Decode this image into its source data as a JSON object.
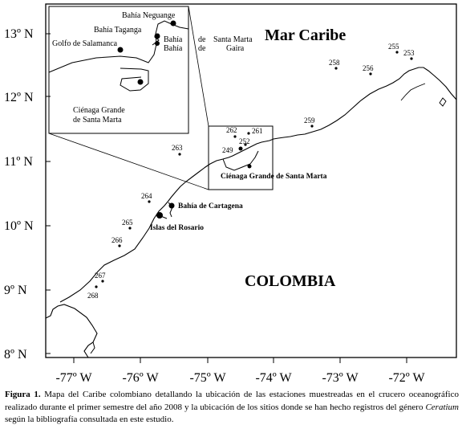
{
  "map": {
    "sea_label": "Mar Caribe",
    "country_label": "COLOMBIA",
    "lat_labels": [
      "13º N",
      "12º N",
      "11º N",
      "10º N",
      "9º N",
      "8º N"
    ],
    "lon_labels": [
      "-77º W",
      "-76º W",
      "-75º W",
      "-74º W",
      "-73º W",
      "-72º W"
    ],
    "main_places": [
      "Ciénaga Grande de Santa Marta",
      "Bahía de Cartagena",
      "Islas del Rosario"
    ],
    "stations": [
      "262",
      "261",
      "252",
      "249",
      "263",
      "264",
      "265",
      "266",
      "267",
      "268",
      "259",
      "258",
      "256",
      "255",
      "253"
    ],
    "inset_places": {
      "neguange": "Bahía Neguange",
      "taganga": "Bahía Taganga",
      "salamanca": "Golfo de Salamanca",
      "bahia1": "Bahía",
      "bahia2": "Bahía",
      "de": "de",
      "santa_marta": "Santa Marta",
      "de_gaira": "de",
      "gaira": "Gaira",
      "cienaga1": "Ciénaga Grande",
      "cienaga2": "de  Santa Marta"
    }
  },
  "caption": {
    "label": "Figura 1.",
    "text_before": "Mapa del Caribe colombiano detallando la ubicación de las estaciones muestreadas en el crucero oceanográfico realizado durante el primer semestre del año 2008 y la ubicación de los sitios donde se han hecho registros del género",
    "genus": "Ceratium",
    "text_after": "según la bibliografía consultada en este estudio."
  }
}
